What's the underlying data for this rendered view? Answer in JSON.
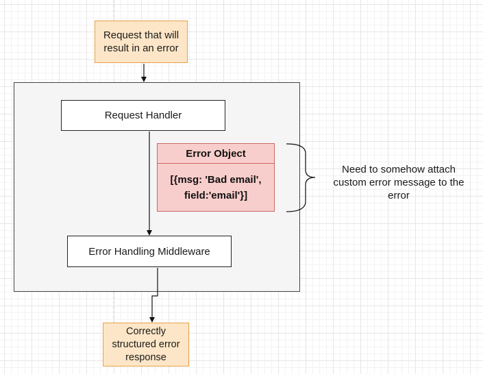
{
  "nodes": {
    "request": {
      "line1": "Request that will",
      "line2": "result in an error"
    },
    "request_handler": {
      "label": "Request Handler"
    },
    "error_object": {
      "title": "Error Object",
      "line1": "[{msg: 'Bad email',",
      "line2": "field:'email'}]"
    },
    "middleware": {
      "label": "Error Handling Middleware"
    },
    "response": {
      "line1": "Correctly",
      "line2": "structured error",
      "line3": "response"
    }
  },
  "annotation": {
    "line1": "Need to somehow attach",
    "line2": "custom error message to the",
    "line3": "error"
  },
  "colors": {
    "orange_fill": "#fde6c7",
    "orange_stroke": "#e6a04a",
    "red_fill": "#f8cecc",
    "red_stroke": "#cc6666",
    "container_fill": "#f5f5f5"
  }
}
